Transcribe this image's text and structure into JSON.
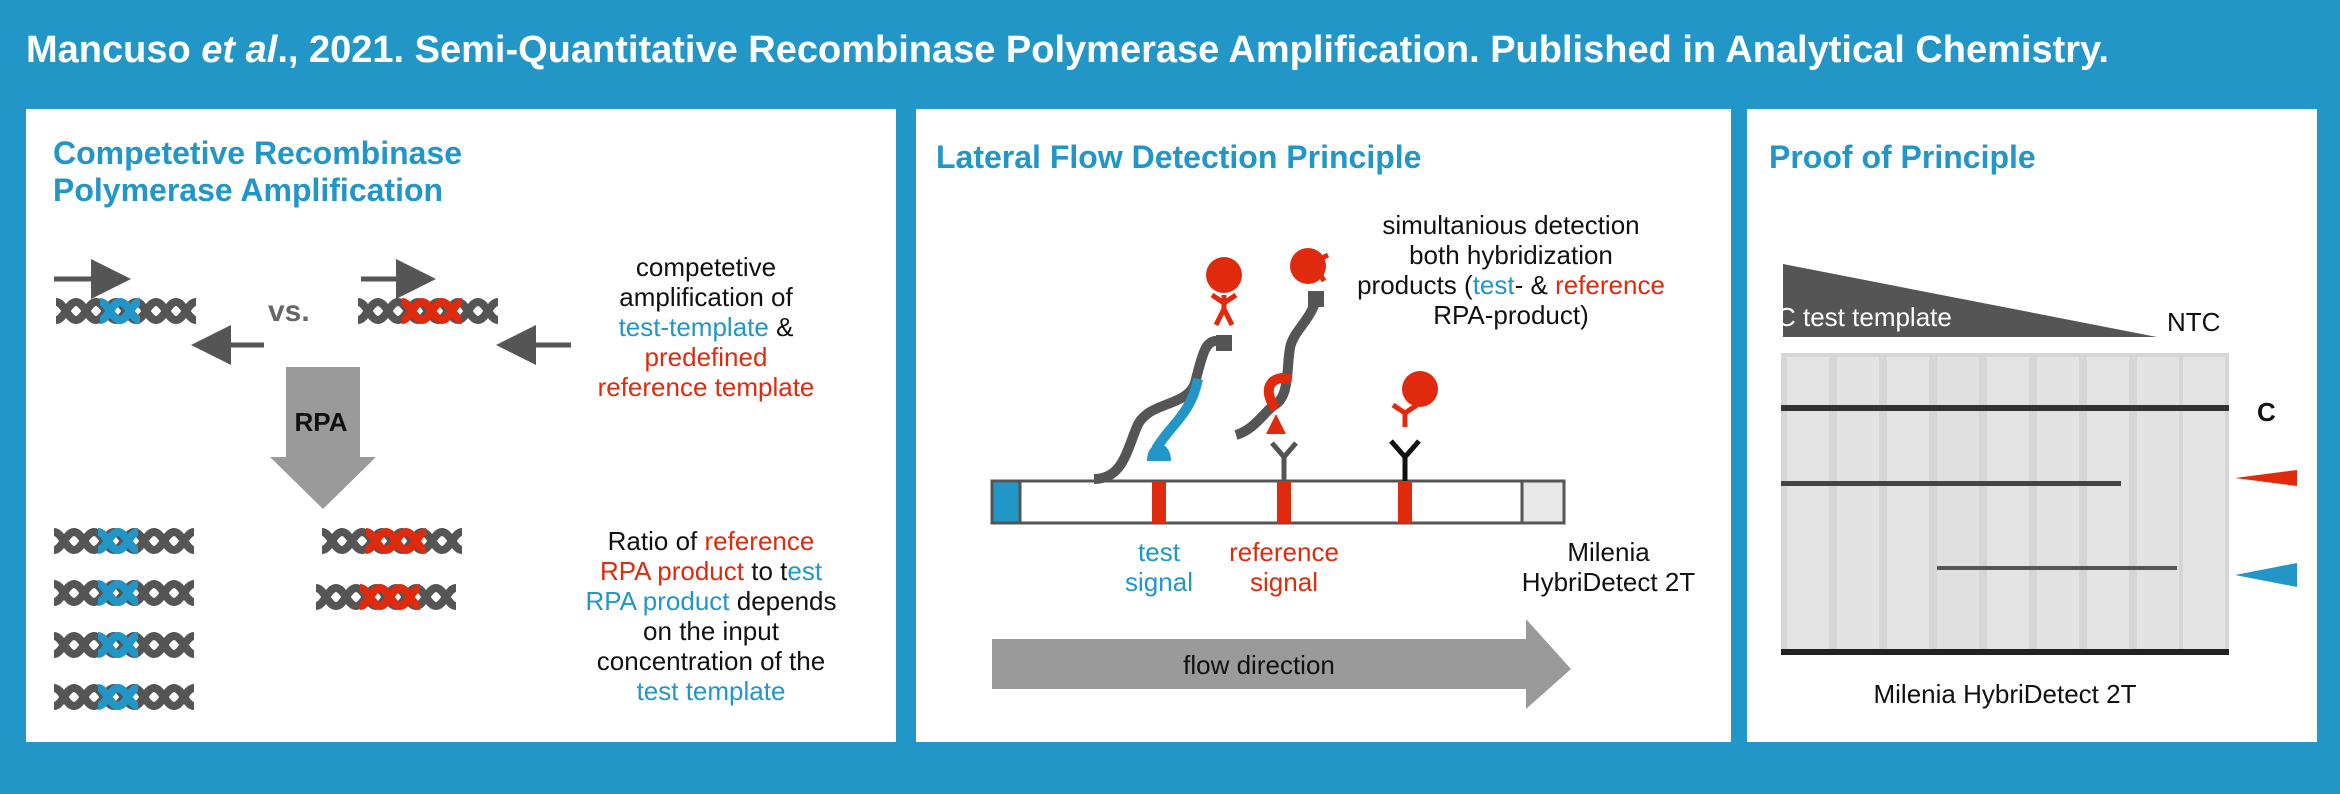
{
  "header": {
    "author": "Mancuso",
    "etal": "et al",
    "rest": "., 2021. Semi-Quantitative Recombinase Polymerase Amplification. Published in Analytical Chemistry."
  },
  "panel1": {
    "title_line1": "Competetive Recombinase",
    "title_line2": "Polymerase Amplification",
    "vs": "vs.",
    "rpa": "RPA",
    "desc": {
      "l1": "competetive",
      "l2": "amplification of",
      "test_template": "test-template",
      "amp": " &",
      "predefined": "predefined",
      "reference_template": "reference template"
    },
    "ratio": {
      "a": "Ratio of ",
      "reference": "reference",
      "rpa_product": "RPA product",
      "to_t": " to t",
      "est": "est",
      "rpa_product2": "RPA product",
      "depends": " depends",
      "on_input": "on the input",
      "conc": "concentration of the",
      "test_template": "test template"
    }
  },
  "panel2": {
    "title": "Lateral Flow Detection Principle",
    "detect": {
      "l1": "simultanious detection",
      "l2": "both hybridization",
      "l3a": "products (",
      "test": "test",
      "l3b": "- & ",
      "reference": "reference",
      "l4": "RPA-product)"
    },
    "test_signal_1": "test",
    "test_signal_2": "signal",
    "ref_signal_1": "reference",
    "ref_signal_2": "signal",
    "device_1": "Milenia",
    "device_2": "HybriDetect 2T",
    "flow": "flow direction"
  },
  "panel3": {
    "title": "Proof of Principle",
    "c_test_template": "C test template",
    "ntc": "NTC",
    "c_label": "C",
    "caption": "Milenia HybriDetect 2T"
  },
  "colors": {
    "blue": "#2196c7",
    "red": "#e02a0e",
    "grey": "#555555",
    "arrow_grey": "#9a9a9a"
  }
}
